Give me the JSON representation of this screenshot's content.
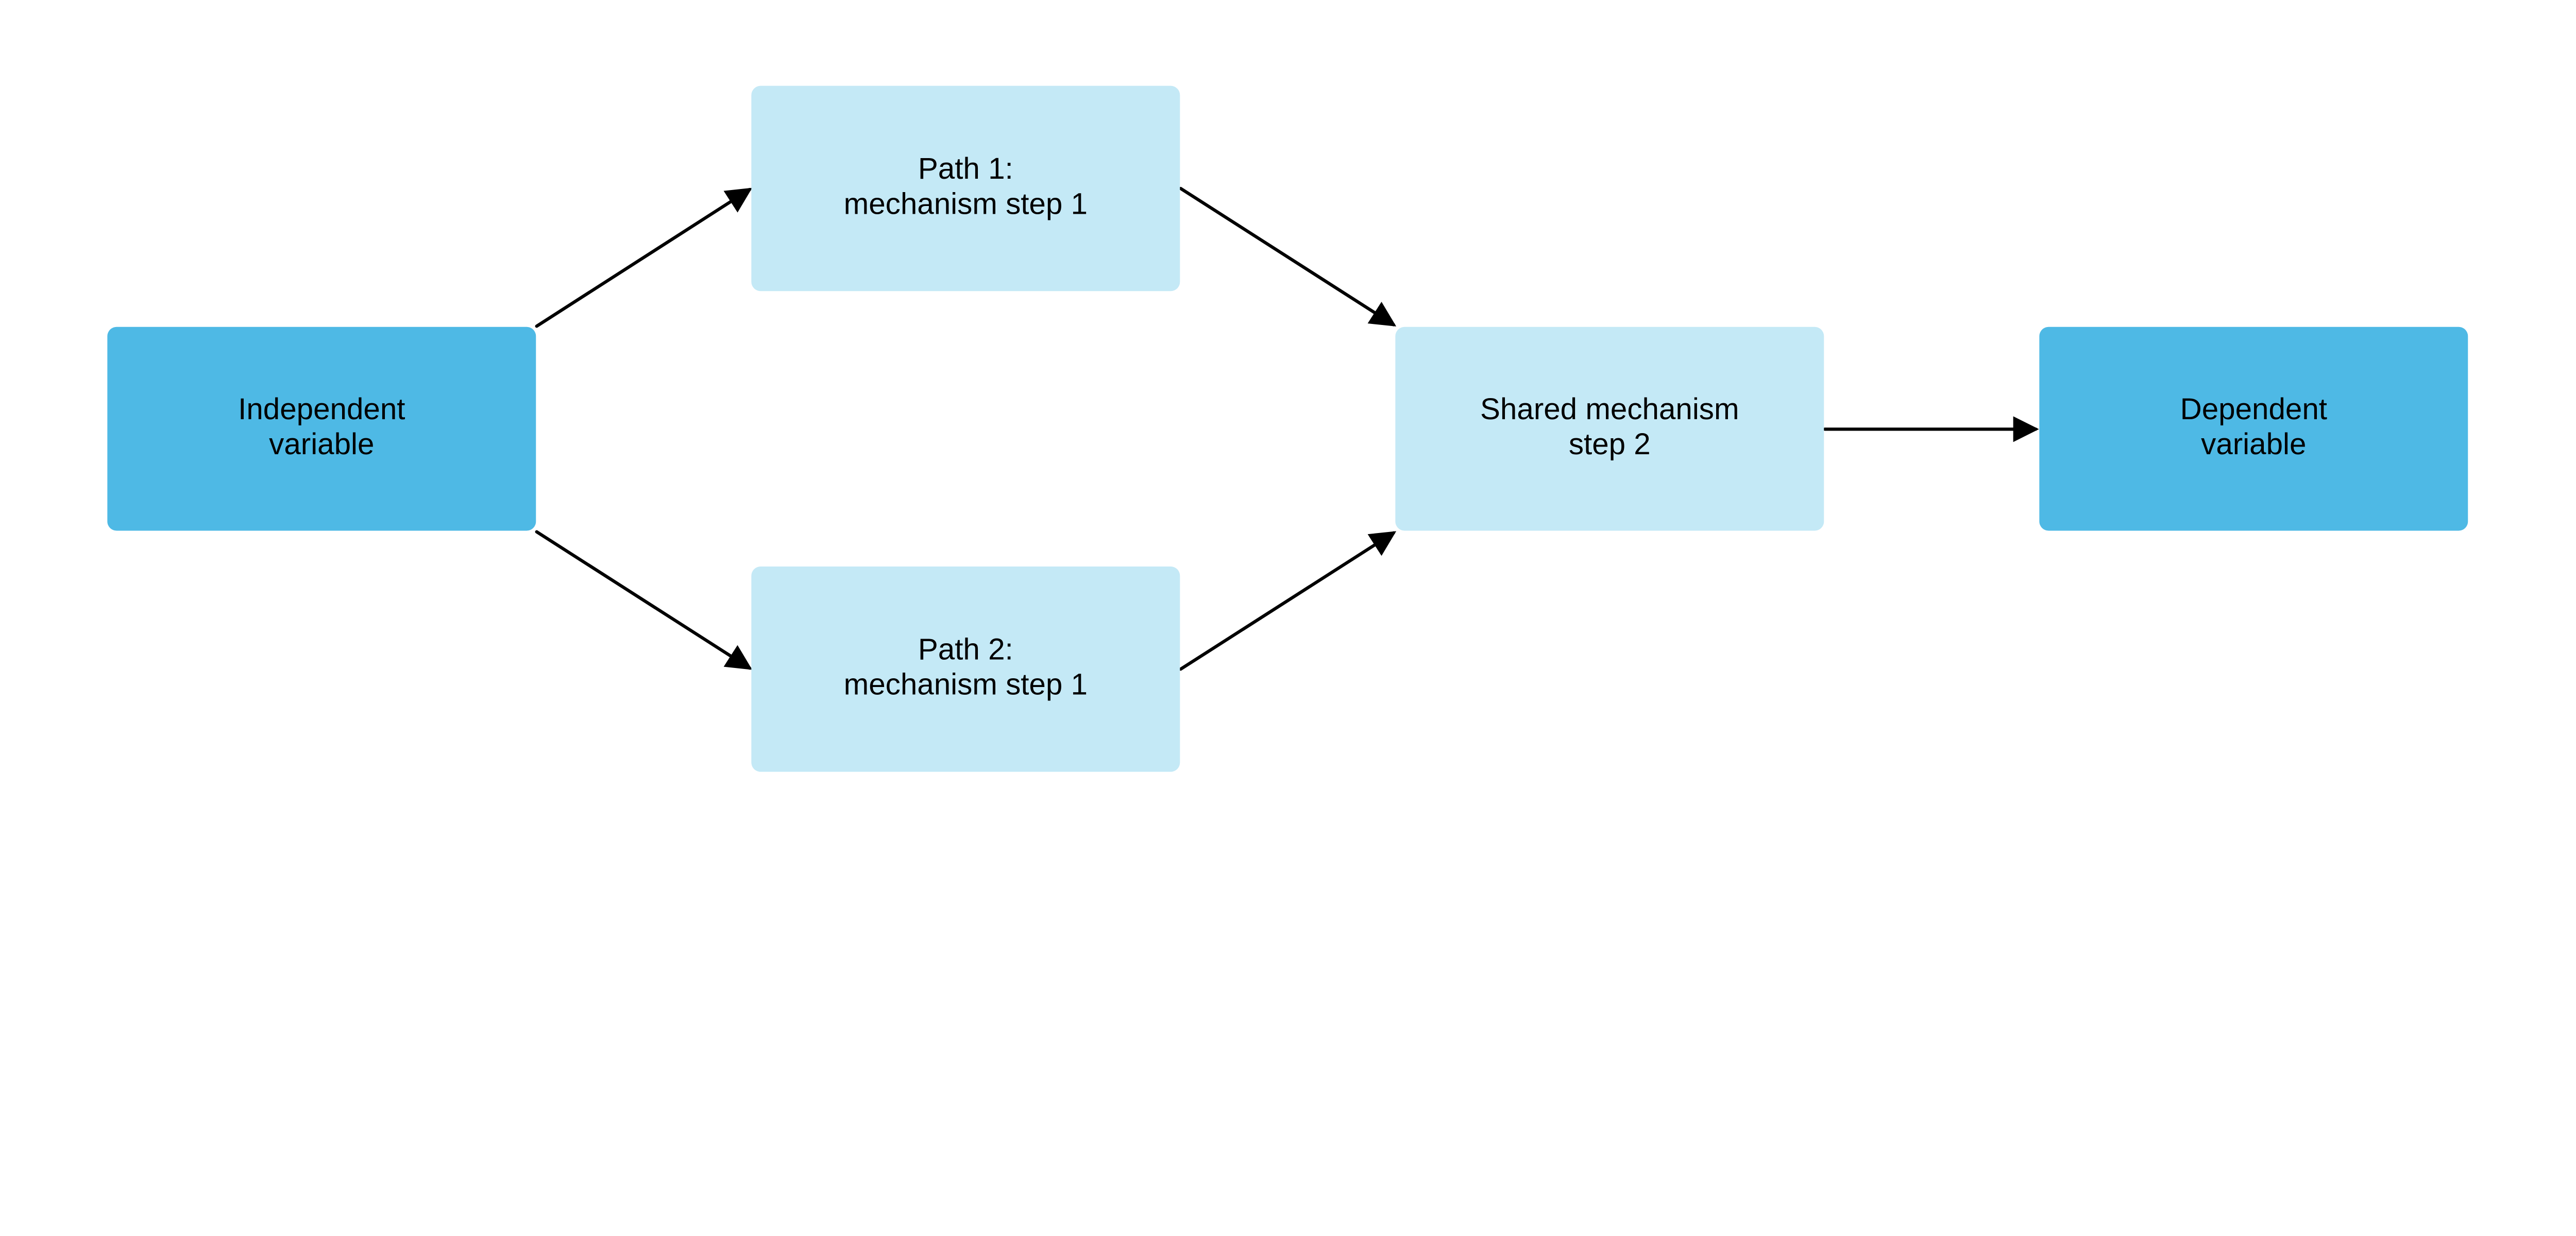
{
  "colors": {
    "dark_box": "#4eb9e5",
    "light_box": "#c4e9f6",
    "arrow": "#000000",
    "background": "#ffffff"
  },
  "nodes": {
    "independent": {
      "line1": "Independent",
      "line2": "variable"
    },
    "path1": {
      "line1": "Path 1:",
      "line2": "mechanism step 1"
    },
    "path2": {
      "line1": "Path 2:",
      "line2": "mechanism step 1"
    },
    "shared": {
      "line1": "Shared mechanism",
      "line2": "step 2"
    },
    "dependent": {
      "line1": "Dependent",
      "line2": "variable"
    }
  },
  "edges": [
    {
      "from": "independent",
      "to": "path1"
    },
    {
      "from": "independent",
      "to": "path2"
    },
    {
      "from": "path1",
      "to": "shared"
    },
    {
      "from": "path2",
      "to": "shared"
    },
    {
      "from": "shared",
      "to": "dependent"
    }
  ]
}
